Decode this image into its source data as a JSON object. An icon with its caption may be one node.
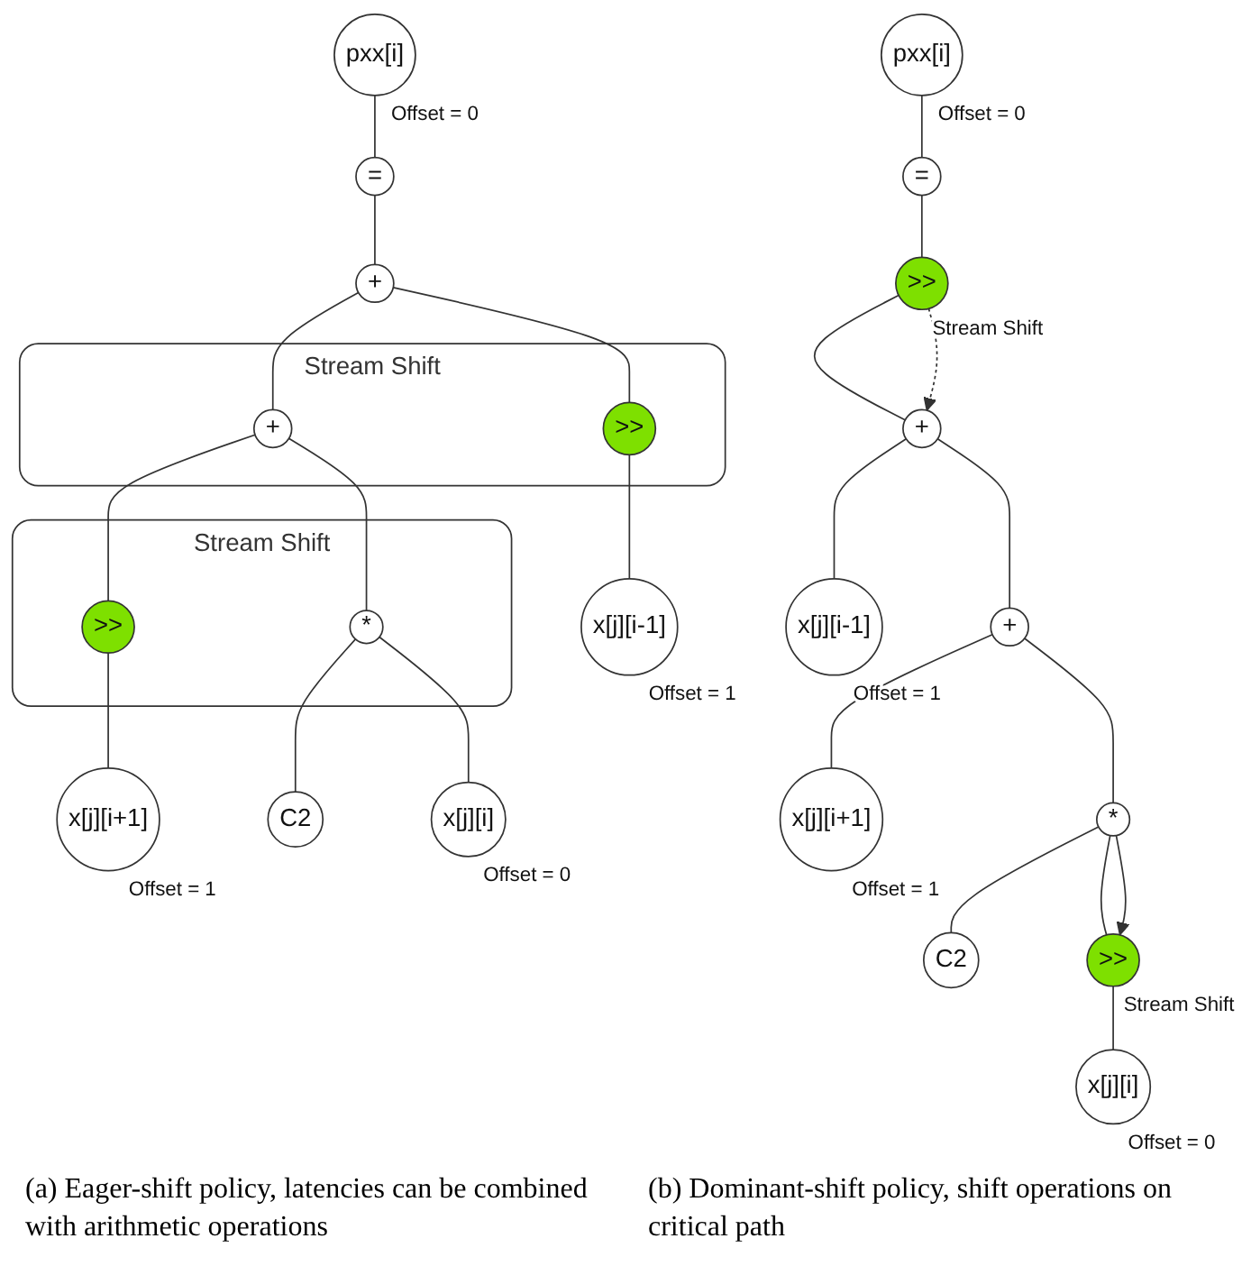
{
  "diagram": {
    "nodes": [
      {
        "text": [
          "pxx[i]"
        ],
        "beside": [
          "Offset = 0"
        ]
      },
      {
        "text": [
          "="
        ]
      },
      {
        "text": [
          "+"
        ]
      },
      {
        "text": [
          "Stream Shift"
        ]
      },
      {
        "text": [
          "+"
        ],
        "in": 3
      },
      {
        "text": [
          ">>"
        ],
        "in": 3
      },
      {
        "text": [
          "Stream Shift"
        ]
      },
      {
        "text": [
          ">>"
        ],
        "in": 6
      },
      {
        "text": [
          "*"
        ],
        "in": 6
      },
      {
        "text": [
          "x[j][i-1]"
        ],
        "beside": [
          "Offset = 1"
        ]
      },
      {
        "text": [
          "x[j][i+1]"
        ],
        "beside": [
          "Offset = 1"
        ]
      },
      {
        "text": [
          "C2"
        ]
      },
      {
        "text": [
          "x[j][i]"
        ],
        "beside": [
          "Offset = 0"
        ]
      },
      {
        "text": [
          "pxx[i]"
        ],
        "beside": [
          "Offset = 0"
        ]
      },
      {
        "text": [
          "="
        ]
      },
      {
        "text": [
          ">>"
        ],
        "beside": [
          "Stream Shift"
        ]
      },
      {
        "text": [
          "+"
        ]
      },
      {
        "text": [
          "+"
        ]
      },
      {
        "text": [
          "x[j][i-1]"
        ],
        "beside": [
          "Offset = 1"
        ]
      },
      {
        "text": [
          "x[j][i+1]"
        ],
        "beside": [
          "Offset = 1"
        ]
      },
      {
        "text": [
          "*"
        ]
      },
      {
        "text": [
          "C2"
        ]
      },
      {
        "text": [
          ">>"
        ],
        "beside": [
          "Stream Shift"
        ]
      },
      {
        "text": [
          "x[j][i]"
        ],
        "beside": [
          "Offset = 0"
        ]
      }
    ],
    "edges": [
      {
        "from": 0,
        "to": 1,
        "arrow": "none"
      },
      {
        "from": 1,
        "to": 2,
        "arrow": "none"
      },
      {
        "from": 2,
        "to": 4,
        "arrow": "none"
      },
      {
        "from": 2,
        "to": 5,
        "arrow": "none"
      },
      {
        "from": 4,
        "to": 7,
        "arrow": "none"
      },
      {
        "from": 4,
        "to": 8,
        "arrow": "none"
      },
      {
        "from": 5,
        "to": 9,
        "arrow": "none"
      },
      {
        "from": 7,
        "to": 10,
        "arrow": "none"
      },
      {
        "from": 8,
        "to": 11,
        "arrow": "none"
      },
      {
        "from": 8,
        "to": 12,
        "arrow": "none"
      },
      {
        "from": 13,
        "to": 14,
        "arrow": "none"
      },
      {
        "from": 14,
        "to": 15,
        "arrow": "none"
      },
      {
        "from": 15,
        "to": 16,
        "arrow": "none"
      },
      {
        "from": 16,
        "to": 17,
        "arrow": "none"
      },
      {
        "from": 16,
        "to": 18,
        "arrow": "none"
      },
      {
        "from": 17,
        "to": 19,
        "arrow": "none"
      },
      {
        "from": 17,
        "to": 20,
        "arrow": "none"
      },
      {
        "from": 20,
        "to": 21,
        "arrow": "none"
      },
      {
        "from": 20,
        "to": 22,
        "arrow": "none"
      },
      {
        "from": 22,
        "to": 23,
        "arrow": "none"
      },
      {
        "from": 15,
        "to": 16,
        "arrow": "to",
        "style": "dashed"
      },
      {
        "from": 20,
        "to": 22,
        "arrow": "to"
      }
    ],
    "labels": [
      "(a) Eager-shift policy, latencies can be combined with arithmetic operations",
      "(b) Dominant-shift policy, shift operations on critical path"
    ]
  }
}
